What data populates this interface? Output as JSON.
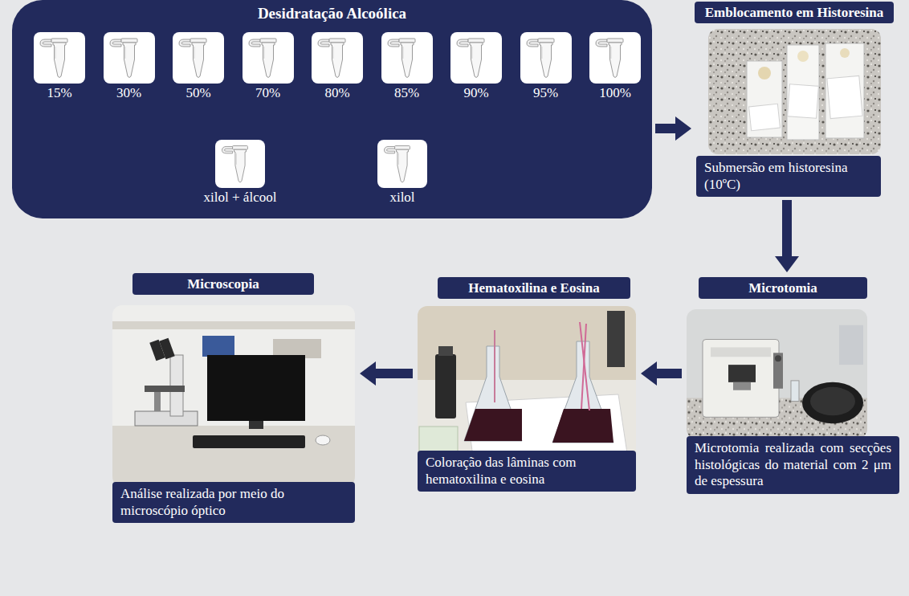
{
  "diagram": {
    "nodes": [
      {
        "text": [
          "Desidratação Alcoólica"
        ]
      },
      {
        "text": [
          "15%"
        ],
        "in": 0
      },
      {
        "text": [
          "30%"
        ],
        "in": 0
      },
      {
        "text": [
          "50%"
        ],
        "in": 0
      },
      {
        "text": [
          "70%"
        ],
        "in": 0
      },
      {
        "text": [
          "80%"
        ],
        "in": 0
      },
      {
        "text": [
          "85%"
        ],
        "in": 0
      },
      {
        "text": [
          "90%"
        ],
        "in": 0
      },
      {
        "text": [
          "95%"
        ],
        "in": 0
      },
      {
        "text": [
          "100%"
        ],
        "in": 0
      },
      {
        "text": [
          "xilol + álcool"
        ],
        "in": 0
      },
      {
        "text": [
          "xilol"
        ],
        "in": 0
      },
      {
        "text": [
          "Emblocamento em Historesina",
          "Submersão em historesina (10ºC)"
        ]
      },
      {
        "text": [
          "Microtomia",
          "Microtomia realizada com secções histológicas do material com 2 μm de espessura"
        ]
      },
      {
        "text": [
          "Hematoxilina e Eosina",
          "Coloração das lâminas com hematoxilina e eosina"
        ]
      },
      {
        "text": [
          "Microscopia",
          "Análise realizada por meio do microscópio óptico"
        ]
      }
    ],
    "edges": [
      {
        "from": 0,
        "to": 12,
        "arrow": "to"
      },
      {
        "from": 12,
        "to": 13,
        "arrow": "to"
      },
      {
        "from": 13,
        "to": 14,
        "arrow": "to"
      },
      {
        "from": 14,
        "to": 15,
        "arrow": "to"
      }
    ]
  }
}
